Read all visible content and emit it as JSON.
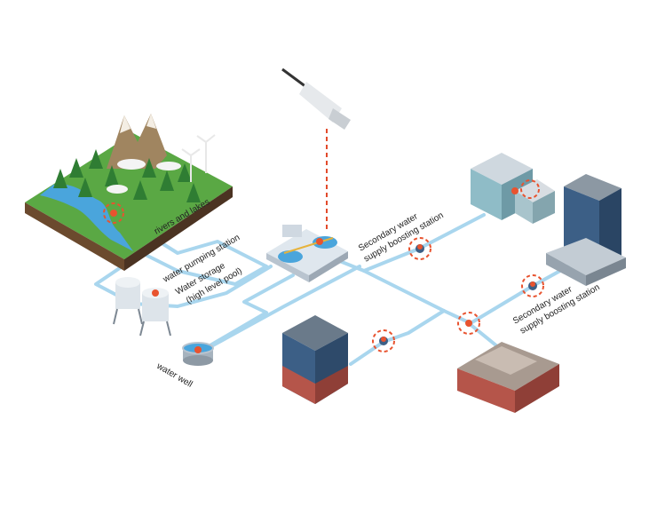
{
  "labels": {
    "rivers_lakes": "rivers and lakes",
    "water_pumping_station": "water pumping station",
    "water_storage_line1": "Water storage",
    "water_storage_line2": "(high level pool)",
    "water_well": "water well",
    "booster_top_line1": "Secondary water",
    "booster_top_line2": "supply boosting station",
    "booster_right_line1": "Secondary water",
    "booster_right_line2": "supply boosting station"
  },
  "colors": {
    "pipe": "#a9d6ee",
    "sensor_ring": "#e8532f",
    "sensor_dash": "#e24a2b",
    "grass": "#4f9a3b",
    "water": "#4aa5dc",
    "brick": "#b5554a",
    "glass": "#3c5f86"
  }
}
